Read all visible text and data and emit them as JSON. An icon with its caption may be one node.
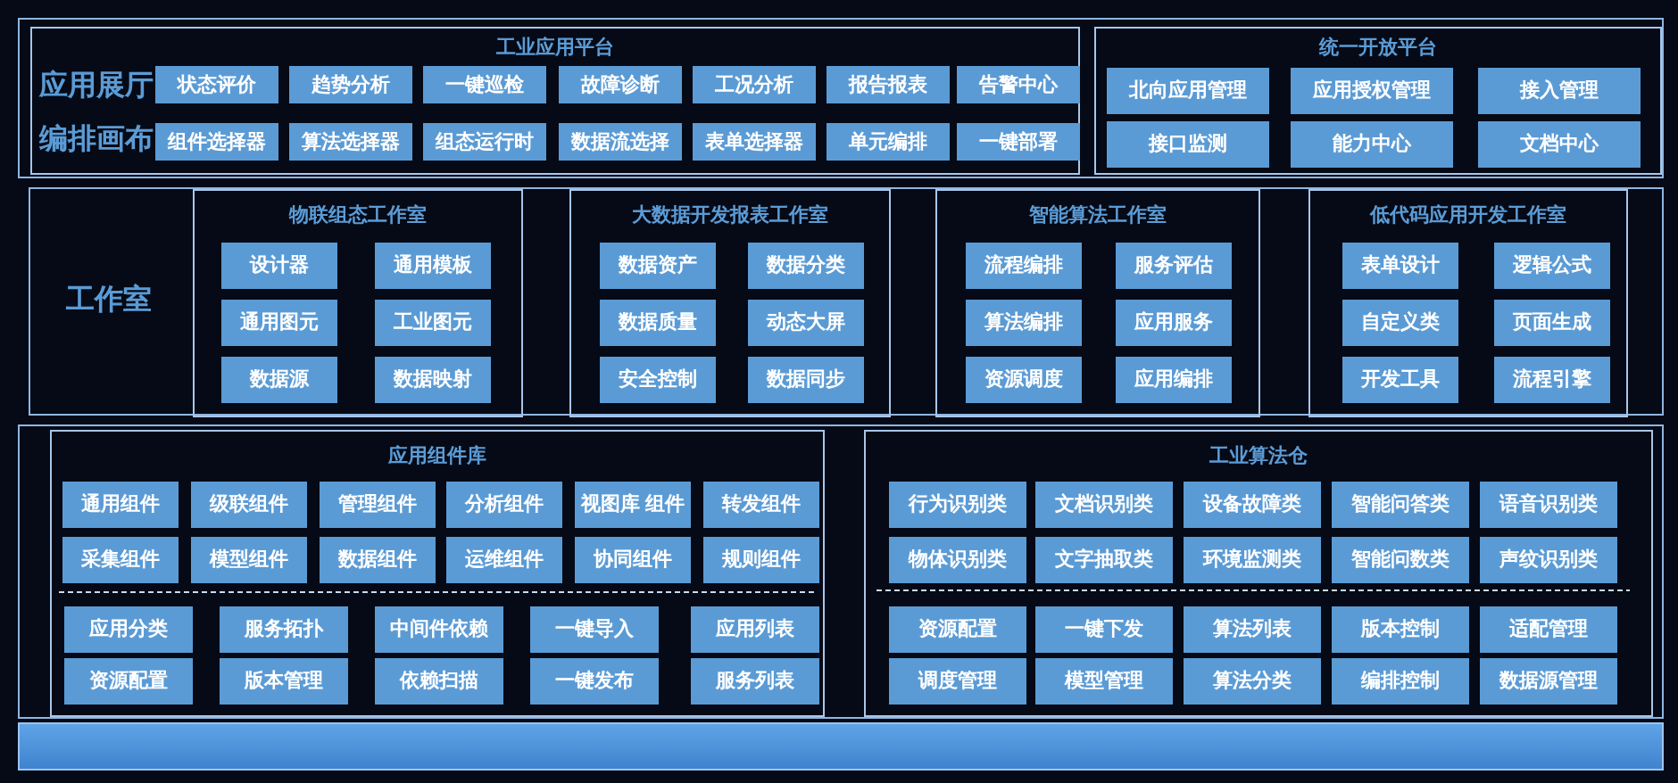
{
  "diagram": {
    "nodes": [
      {
        "text": [],
        "shape": "box"
      },
      {
        "text": [
          "工业应用平台",
          "应用展厅",
          "编排画布"
        ],
        "in": 0
      },
      {
        "text": [
          "状态评价"
        ],
        "in": 1
      },
      {
        "text": [
          "趋势分析"
        ],
        "in": 1
      },
      {
        "text": [
          "一键巡检"
        ],
        "in": 1
      },
      {
        "text": [
          "故障诊断"
        ],
        "in": 1
      },
      {
        "text": [
          "工况分析"
        ],
        "in": 1
      },
      {
        "text": [
          "报告报表"
        ],
        "in": 1
      },
      {
        "text": [
          "告警中心"
        ],
        "in": 1
      },
      {
        "text": [
          "组件选择器"
        ],
        "in": 1
      },
      {
        "text": [
          "算法选择器"
        ],
        "in": 1
      },
      {
        "text": [
          "组态运行时"
        ],
        "in": 1
      },
      {
        "text": [
          "数据流选择"
        ],
        "in": 1
      },
      {
        "text": [
          "表单选择器"
        ],
        "in": 1
      },
      {
        "text": [
          "单元编排"
        ],
        "in": 1
      },
      {
        "text": [
          "一键部署"
        ],
        "in": 1
      },
      {
        "text": [
          "统一开放平台"
        ],
        "in": 0
      },
      {
        "text": [
          "北向应用管理"
        ],
        "in": 16
      },
      {
        "text": [
          "应用授权管理"
        ],
        "in": 16
      },
      {
        "text": [
          "接入管理"
        ],
        "in": 16
      },
      {
        "text": [
          "接口监测"
        ],
        "in": 16
      },
      {
        "text": [
          "能力中心"
        ],
        "in": 16
      },
      {
        "text": [
          "文档中心"
        ],
        "in": 16
      },
      {
        "text": [
          "工作室"
        ]
      },
      {
        "text": [
          "物联组态工作室"
        ],
        "in": 23
      },
      {
        "text": [
          "设计器"
        ],
        "in": 24
      },
      {
        "text": [
          "通用模板"
        ],
        "in": 24
      },
      {
        "text": [
          "通用图元"
        ],
        "in": 24
      },
      {
        "text": [
          "工业图元"
        ],
        "in": 24
      },
      {
        "text": [
          "数据源"
        ],
        "in": 24
      },
      {
        "text": [
          "数据映射"
        ],
        "in": 24
      },
      {
        "text": [
          "大数据开发报表工作室"
        ],
        "in": 23
      },
      {
        "text": [
          "数据资产"
        ],
        "in": 31
      },
      {
        "text": [
          "数据分类"
        ],
        "in": 31
      },
      {
        "text": [
          "数据质量"
        ],
        "in": 31
      },
      {
        "text": [
          "动态大屏"
        ],
        "in": 31
      },
      {
        "text": [
          "安全控制"
        ],
        "in": 31
      },
      {
        "text": [
          "数据同步"
        ],
        "in": 31
      },
      {
        "text": [
          "智能算法工作室"
        ],
        "in": 23
      },
      {
        "text": [
          "流程编排"
        ],
        "in": 38
      },
      {
        "text": [
          "服务评估"
        ],
        "in": 38
      },
      {
        "text": [
          "算法编排"
        ],
        "in": 38
      },
      {
        "text": [
          "应用服务"
        ],
        "in": 38
      },
      {
        "text": [
          "资源调度"
        ],
        "in": 38
      },
      {
        "text": [
          "应用编排"
        ],
        "in": 38
      },
      {
        "text": [
          "低代码应用开发工作室"
        ],
        "in": 23
      },
      {
        "text": [
          "表单设计"
        ],
        "in": 45
      },
      {
        "text": [
          "逻辑公式"
        ],
        "in": 45
      },
      {
        "text": [
          "自定义类"
        ],
        "in": 45
      },
      {
        "text": [
          "页面生成"
        ],
        "in": 45
      },
      {
        "text": [
          "开发工具"
        ],
        "in": 45
      },
      {
        "text": [
          "流程引擎"
        ],
        "in": 45
      },
      {
        "text": [],
        "shape": "box"
      },
      {
        "text": [
          "应用组件库"
        ],
        "in": 52
      },
      {
        "text": [
          "通用组件"
        ],
        "in": 53
      },
      {
        "text": [
          "级联组件"
        ],
        "in": 53
      },
      {
        "text": [
          "管理组件"
        ],
        "in": 53
      },
      {
        "text": [
          "分析组件"
        ],
        "in": 53
      },
      {
        "text": [
          "视图库 组件"
        ],
        "in": 53
      },
      {
        "text": [
          "转发组件"
        ],
        "in": 53
      },
      {
        "text": [
          "采集组件"
        ],
        "in": 53
      },
      {
        "text": [
          "模型组件"
        ],
        "in": 53
      },
      {
        "text": [
          "数据组件"
        ],
        "in": 53
      },
      {
        "text": [
          "运维组件"
        ],
        "in": 53
      },
      {
        "text": [
          "协同组件"
        ],
        "in": 53
      },
      {
        "text": [
          "规则组件"
        ],
        "in": 53
      },
      {
        "text": [
          "应用分类"
        ],
        "in": 53
      },
      {
        "text": [
          "服务拓扑"
        ],
        "in": 53
      },
      {
        "text": [
          "中间件依赖"
        ],
        "in": 53
      },
      {
        "text": [
          "一键导入"
        ],
        "in": 53
      },
      {
        "text": [
          "应用列表"
        ],
        "in": 53
      },
      {
        "text": [
          "资源配置"
        ],
        "in": 53
      },
      {
        "text": [
          "版本管理"
        ],
        "in": 53
      },
      {
        "text": [
          "依赖扫描"
        ],
        "in": 53
      },
      {
        "text": [
          "一键发布"
        ],
        "in": 53
      },
      {
        "text": [
          "服务列表"
        ],
        "in": 53
      },
      {
        "text": [
          "工业算法仓"
        ],
        "in": 52
      },
      {
        "text": [
          "行为识别类"
        ],
        "in": 76
      },
      {
        "text": [
          "文档识别类"
        ],
        "in": 76
      },
      {
        "text": [
          "设备故障类"
        ],
        "in": 76
      },
      {
        "text": [
          "智能问答类"
        ],
        "in": 76
      },
      {
        "text": [
          "语音识别类"
        ],
        "in": 76
      },
      {
        "text": [
          "物体识别类"
        ],
        "in": 76
      },
      {
        "text": [
          "文字抽取类"
        ],
        "in": 76
      },
      {
        "text": [
          "环境监测类"
        ],
        "in": 76
      },
      {
        "text": [
          "智能问数类"
        ],
        "in": 76
      },
      {
        "text": [
          "声纹识别类"
        ],
        "in": 76
      },
      {
        "text": [
          "资源配置"
        ],
        "in": 76
      },
      {
        "text": [
          "一键下发"
        ],
        "in": 76
      },
      {
        "text": [
          "算法列表"
        ],
        "in": 76
      },
      {
        "text": [
          "版本控制"
        ],
        "in": 76
      },
      {
        "text": [
          "适配管理"
        ],
        "in": 76
      },
      {
        "text": [
          "调度管理"
        ],
        "in": 76
      },
      {
        "text": [
          "模型管理"
        ],
        "in": 76
      },
      {
        "text": [
          "算法分类"
        ],
        "in": 76
      },
      {
        "text": [
          "编排控制"
        ],
        "in": 76
      },
      {
        "text": [
          "数据源管理"
        ],
        "in": 76
      },
      {
        "text": [],
        "shape": "bar"
      }
    ]
  }
}
